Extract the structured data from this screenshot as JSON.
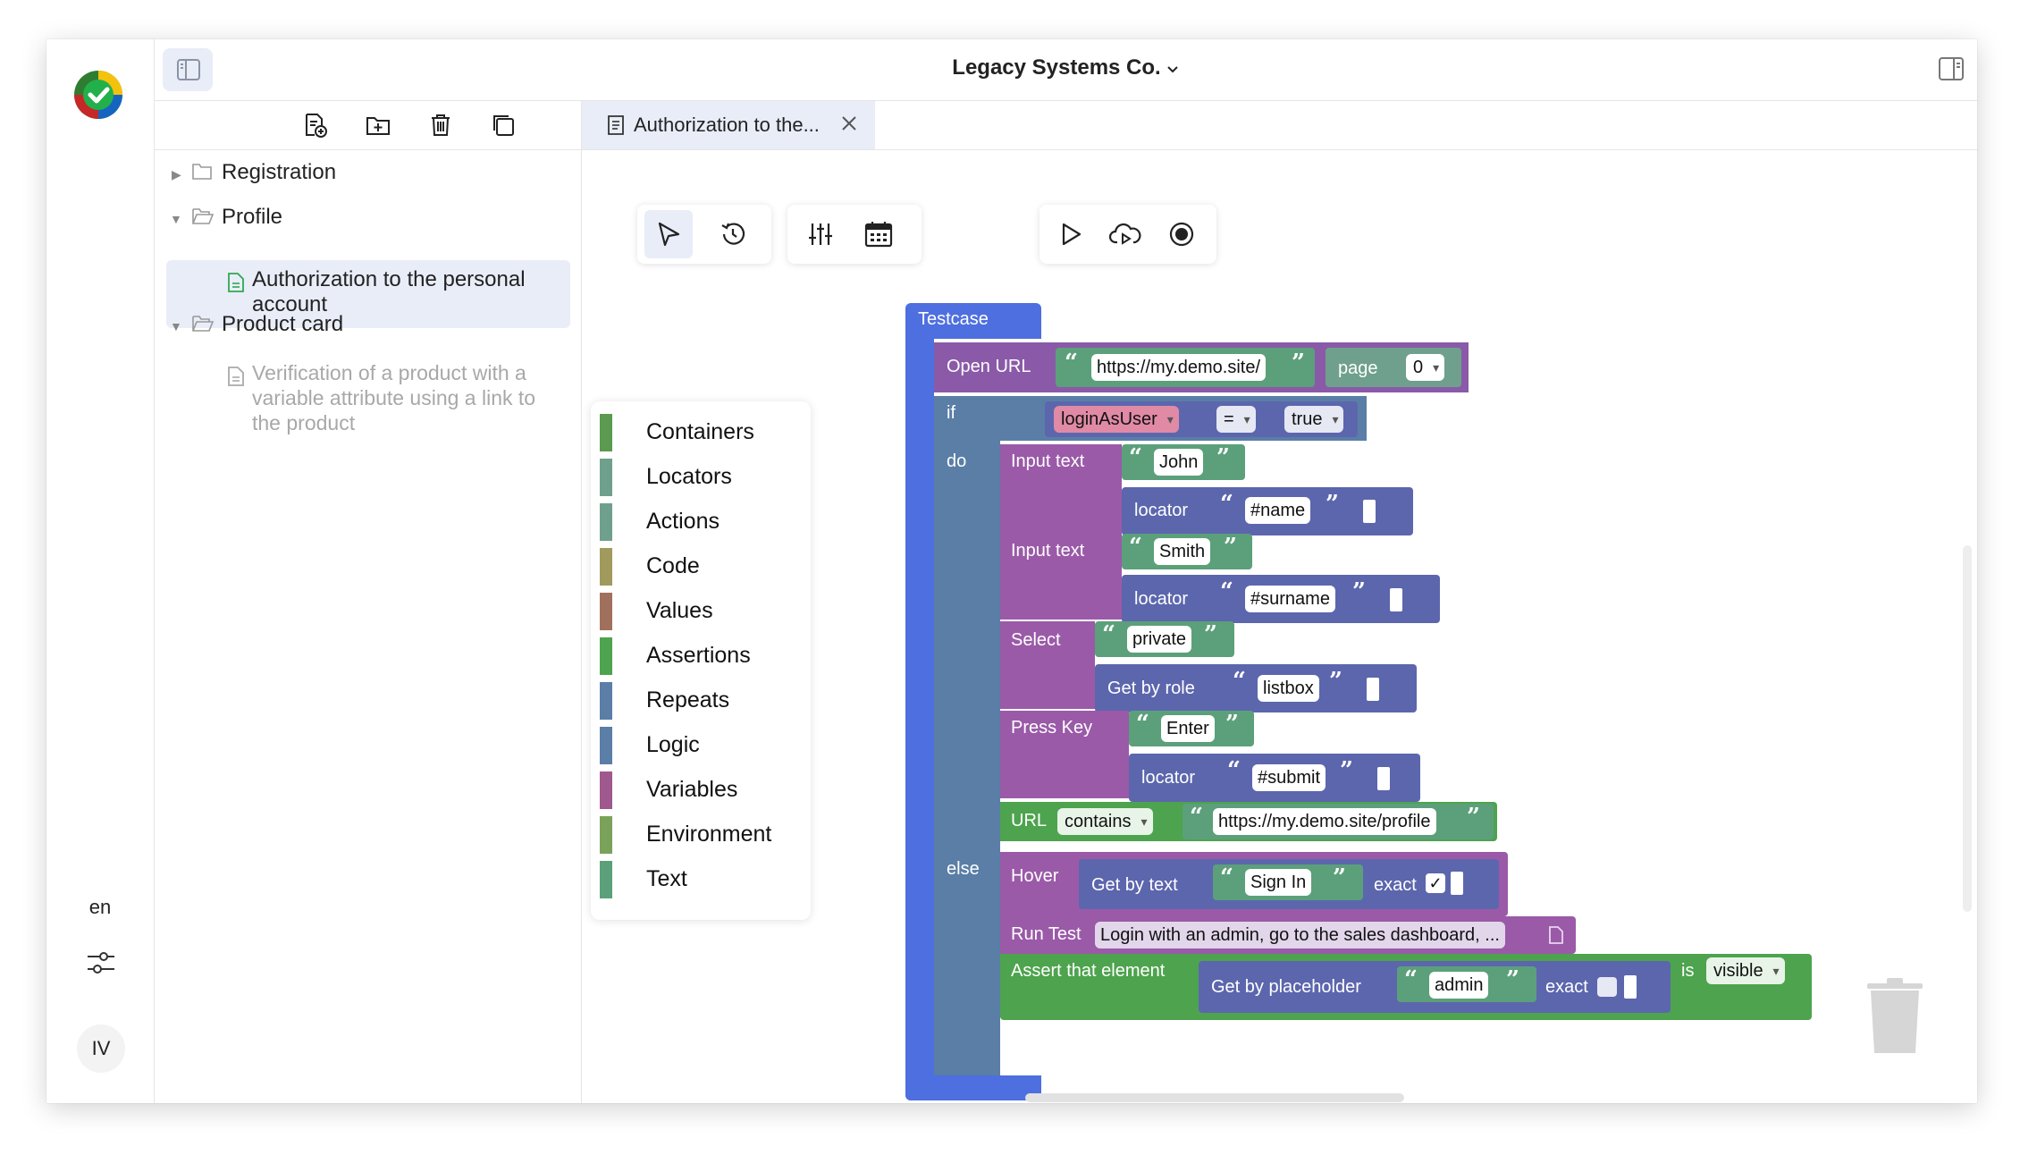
{
  "workspace": {
    "title": "Legacy Systems Co."
  },
  "rail": {
    "language": "en",
    "avatar_initials": "IV"
  },
  "tree": [
    {
      "label": "Registration",
      "type": "folder",
      "expanded": false
    },
    {
      "label": "Profile",
      "type": "folder",
      "expanded": true
    },
    {
      "label": "Authorization to the personal account",
      "type": "test",
      "selected": true
    },
    {
      "label": "Product card",
      "type": "folder",
      "expanded": true
    },
    {
      "label": "Verification of a product with a variable attribute using a link to the product",
      "type": "test",
      "disabled": true
    }
  ],
  "tab": {
    "label": "Authorization to the..."
  },
  "toolbox": [
    {
      "label": "Containers",
      "color": "#5b9a4f"
    },
    {
      "label": "Locators",
      "color": "#6fa08d"
    },
    {
      "label": "Actions",
      "color": "#6fa08d"
    },
    {
      "label": "Code",
      "color": "#a09a5c"
    },
    {
      "label": "Values",
      "color": "#a0705c"
    },
    {
      "label": "Assertions",
      "color": "#4ea34e"
    },
    {
      "label": "Repeats",
      "color": "#5a7ea6"
    },
    {
      "label": "Logic",
      "color": "#5a7ea6"
    },
    {
      "label": "Variables",
      "color": "#a0598f"
    },
    {
      "label": "Environment",
      "color": "#7ba25a"
    },
    {
      "label": "Text",
      "color": "#5ba07a"
    }
  ],
  "blocks": {
    "testcase": "Testcase",
    "open_url": "Open URL",
    "url_value": "https://my.demo.site/",
    "page": "page",
    "page_value": "0",
    "if": "if",
    "var": "loginAsUser",
    "op": "=",
    "bool": "true",
    "do": "do",
    "else": "else",
    "input_text": "Input text",
    "john": "John",
    "locator": "locator",
    "name_sel": "#name",
    "smith": "Smith",
    "surname_sel": "#surname",
    "select": "Select",
    "private": "private",
    "get_by_role": "Get by role",
    "listbox": "listbox",
    "press_key": "Press Key",
    "enter": "Enter",
    "submit_sel": "#submit",
    "url": "URL",
    "contains": "contains",
    "profile_url": "https://my.demo.site/profile",
    "hover": "Hover",
    "get_by_text": "Get by text",
    "sign_in": "Sign In",
    "exact": "exact",
    "check": "✓",
    "run_test": "Run Test",
    "run_test_value": "Login with an admin, go to the sales dashboard, ...",
    "assert": "Assert that element",
    "get_by_placeholder": "Get by placeholder",
    "admin": "admin",
    "is": "is",
    "visible": "visible"
  },
  "colors": {
    "accent": "#4e6fe0",
    "selection": "#e9edf8",
    "logic": "#5a7ea6",
    "action": "#9a5aa8",
    "locator": "#5c66ad",
    "text": "#5ba07a",
    "assert": "#4ea34e",
    "url_block": "#8a5aa8"
  }
}
